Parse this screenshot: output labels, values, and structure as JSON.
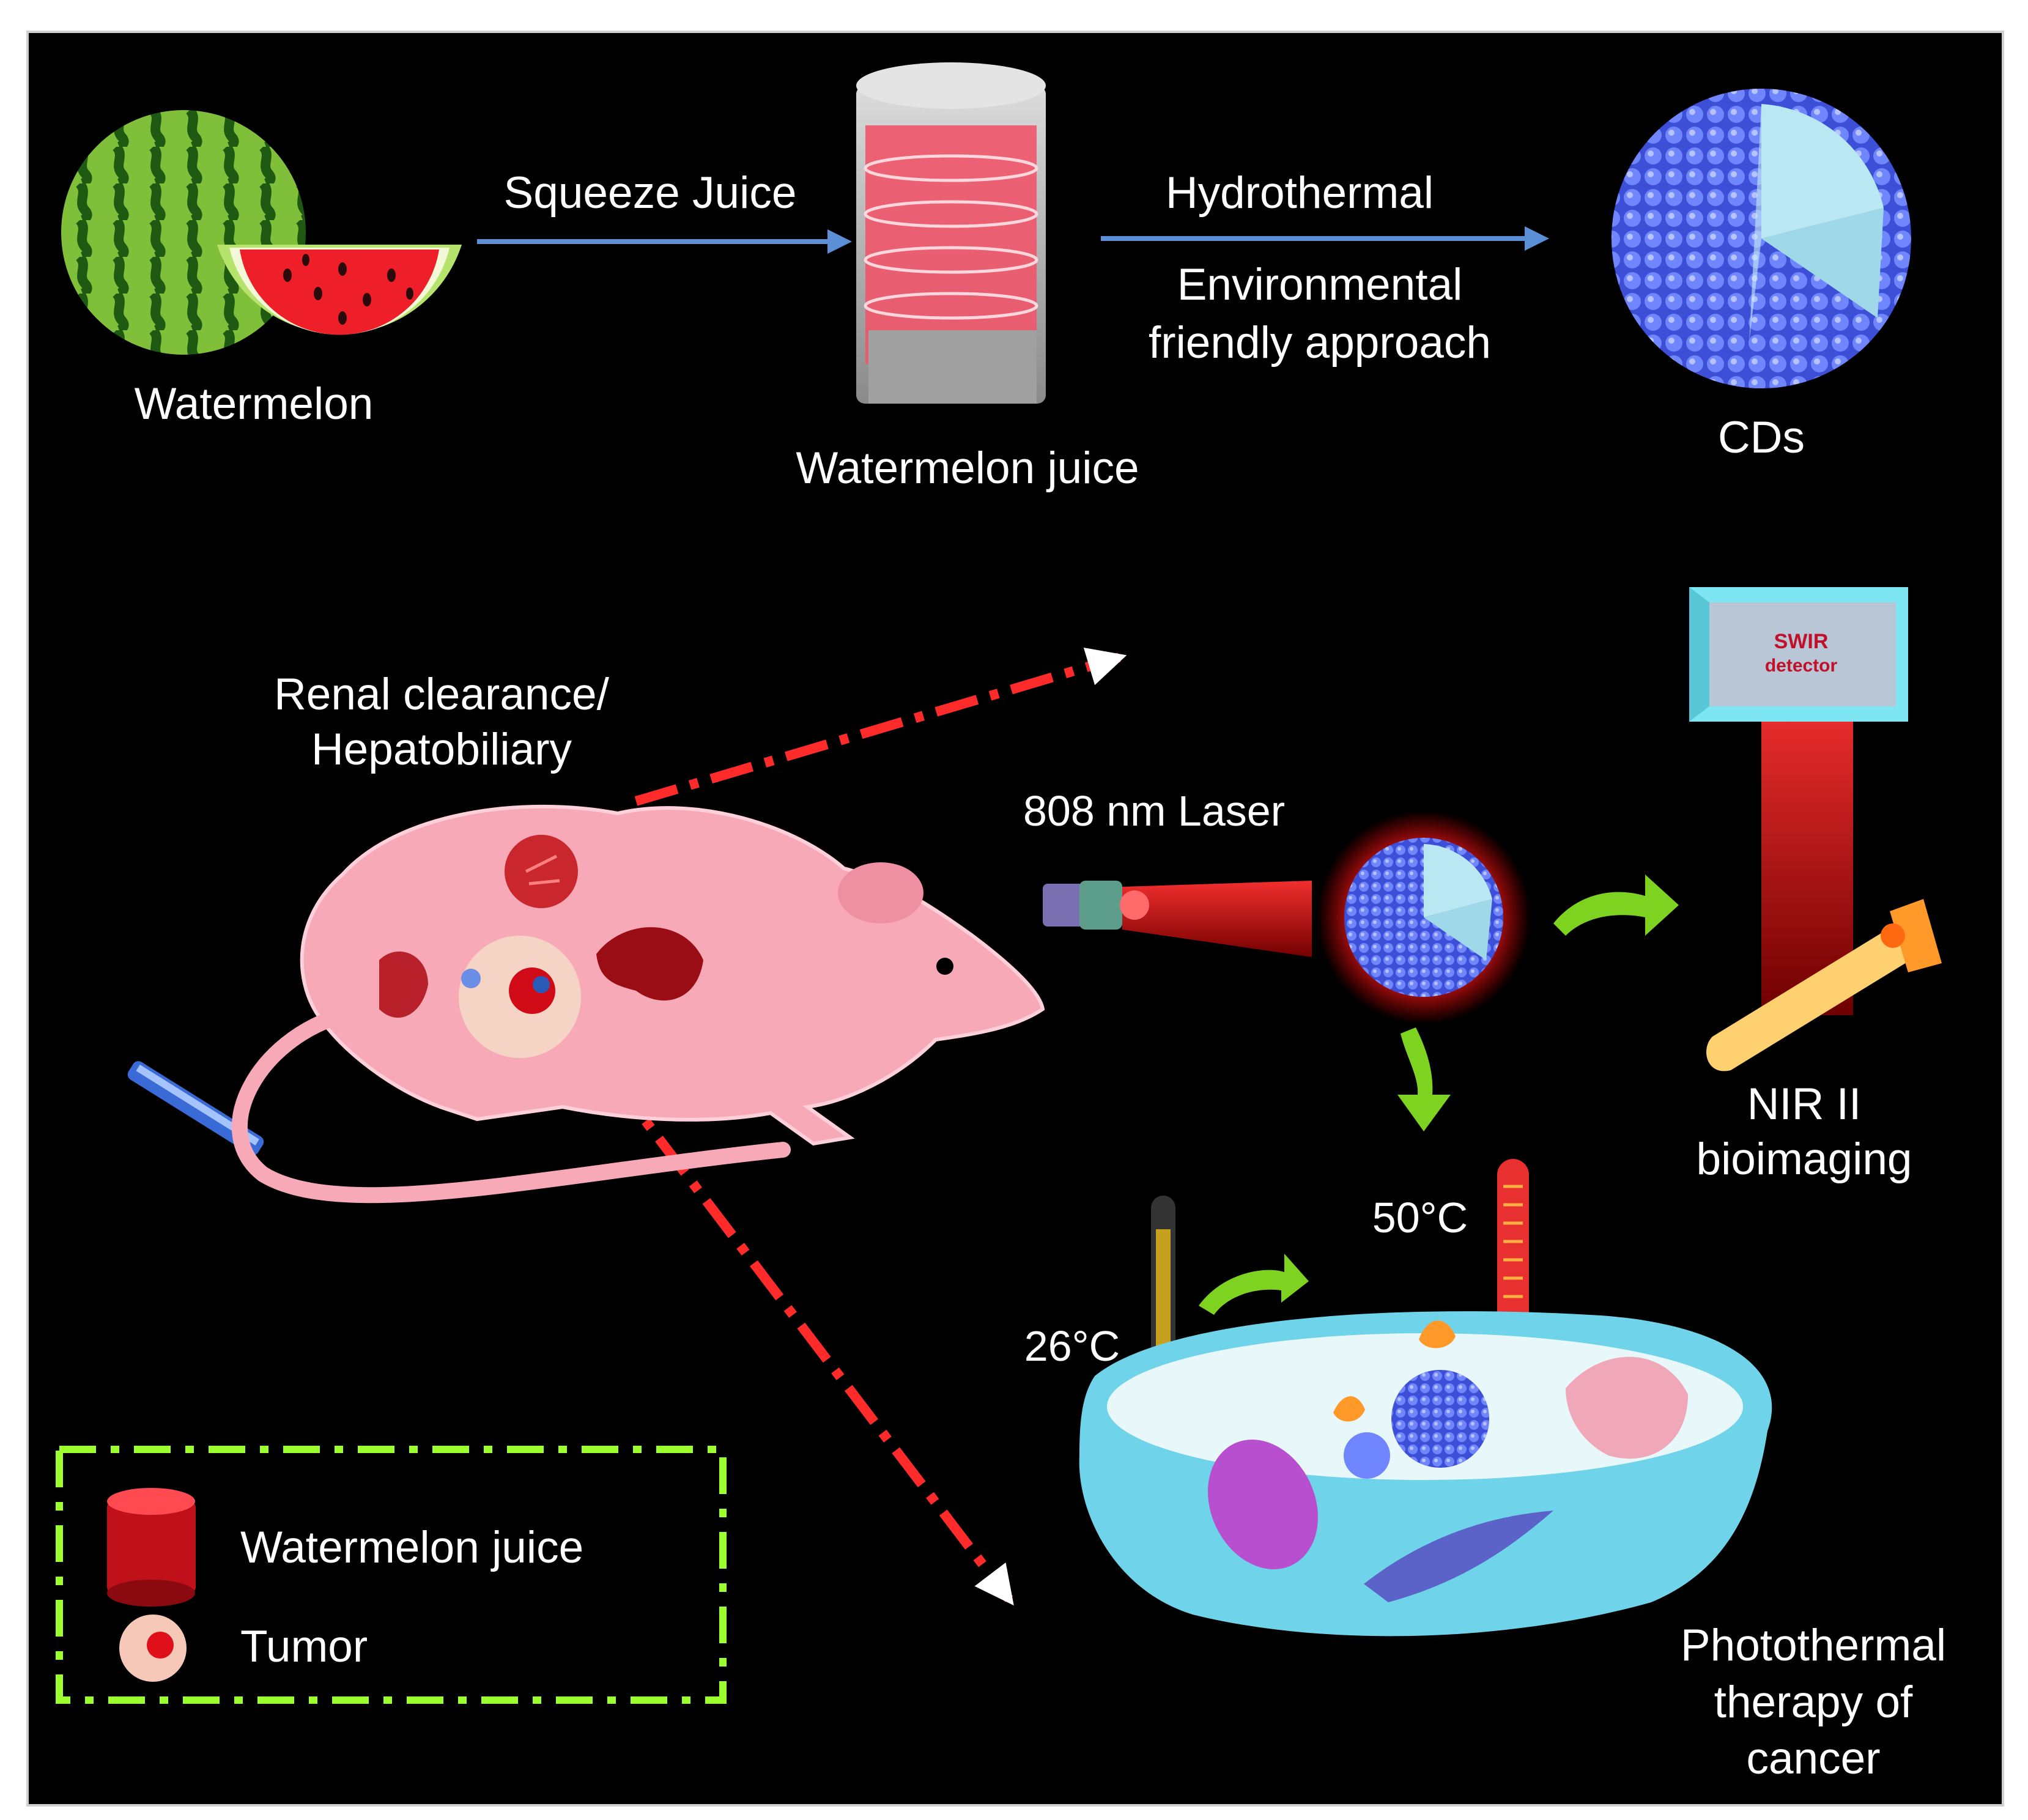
{
  "colors": {
    "background": "#000000",
    "frame": "#ffffff",
    "arrow_blue": "#5b8fd6",
    "arrow_red_dashed": "#ff2a2a",
    "arrow_green": "#7ed321",
    "legend_border": "#9cff2e",
    "mouse_pink": "#f7a9b8",
    "cell_cyan": "#8fe3f5",
    "cd_blue": "#6f86ff"
  },
  "top_flow": {
    "watermelon_label": "Watermelon",
    "step1_label": "Squeeze Juice",
    "juice_label": "Watermelon juice",
    "step2_label": "Hydrothermal",
    "step2_sub_line1": "Environmental",
    "step2_sub_line2": "friendly approach",
    "cds_label": "CDs"
  },
  "bottom": {
    "clearance_line1": "Renal clearance/",
    "clearance_line2": "Hepatobiliary",
    "laser_label": "808 nm Laser",
    "detector_line1": "SWIR",
    "detector_line2": "detector",
    "nir_line1": "NIR II",
    "nir_line2": "bioimaging",
    "temp_low": "26°C",
    "temp_high": "50°C",
    "ptt_line1": "Photothermal",
    "ptt_line2": "therapy of",
    "ptt_line3": "cancer"
  },
  "legend": {
    "items": [
      {
        "icon": "juice-cylinder-icon",
        "label": "Watermelon juice"
      },
      {
        "icon": "tumor-cell-icon",
        "label": "Tumor"
      }
    ]
  }
}
